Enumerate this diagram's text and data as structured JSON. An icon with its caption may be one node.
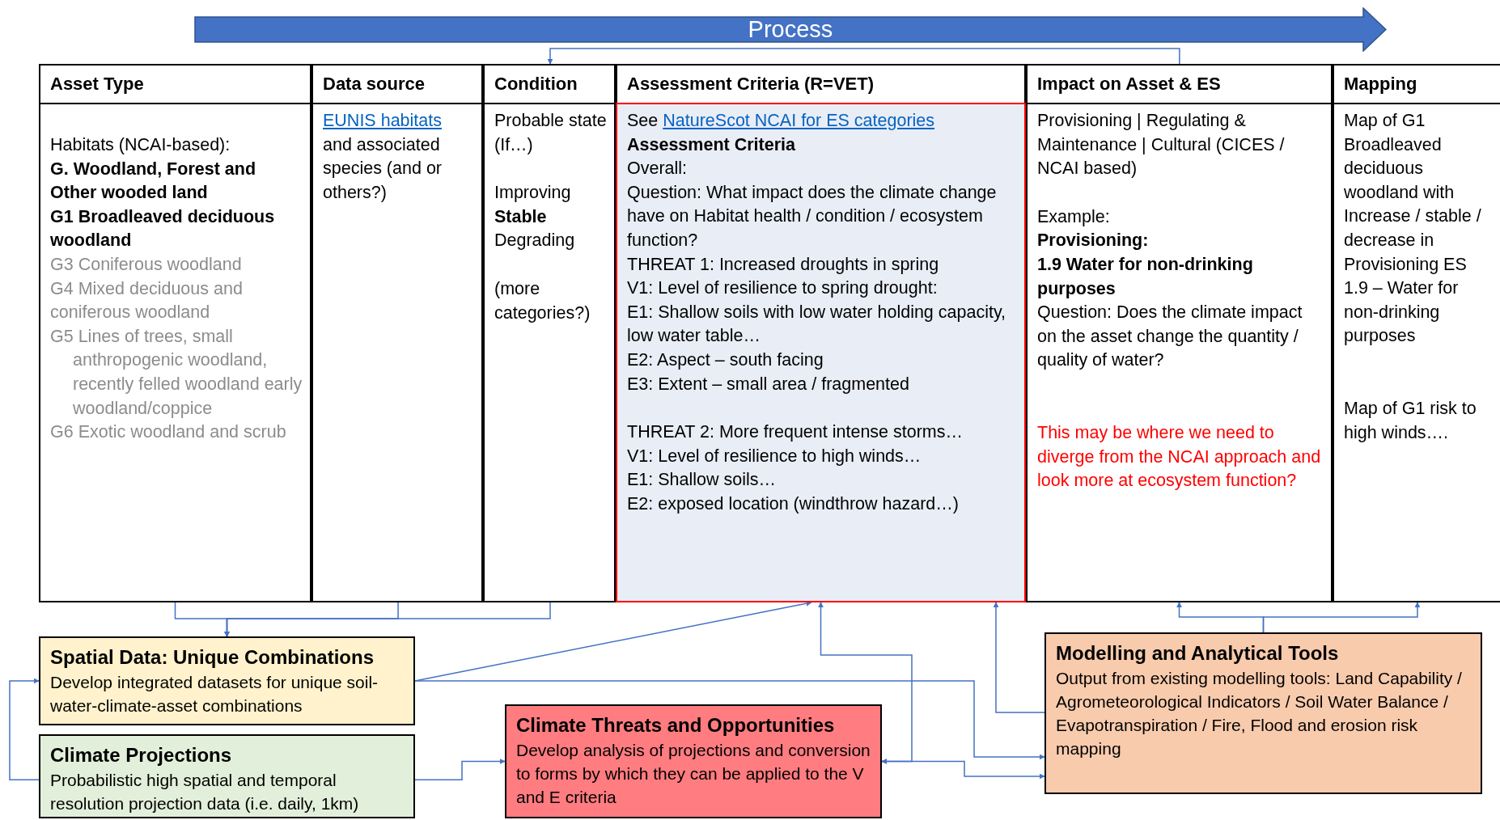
{
  "diagram": {
    "nodes": [
      {
        "text": [
          "Process"
        ]
      },
      {
        "text": [
          "Asset Type",
          "Habitats (NCAI-based):",
          "G. Woodland,  Forest and Other wooded land",
          "G1 Broadleaved deciduous woodland",
          "G3 Coniferous woodland",
          "G4 Mixed deciduous and coniferous woodland",
          "G5 Lines of trees, small anthropogenic woodland, recently felled woodland early woodland/coppice",
          "G6 Exotic woodland and scrub"
        ]
      },
      {
        "text": [
          "Data source",
          "EUNIS habitats",
          "and associated species (and or others?)"
        ]
      },
      {
        "text": [
          "Condition",
          "Probable state (If…)",
          "Improving",
          "Stable",
          "Degrading",
          "(more categories?)"
        ]
      },
      {
        "text": [
          "Assessment Criteria (R=VET)",
          "See",
          "NatureScot NCAI for ES categories",
          "Assessment Criteria",
          "Overall:",
          "Question: What impact does the climate change have on Habitat health / condition / ecosystem function?",
          "THREAT 1: Increased droughts in spring",
          "V1: Level of resilience to spring drought:",
          "E1: Shallow soils with low water holding capacity, low water table…",
          "E2: Aspect – south facing",
          "E3: Extent – small area / fragmented",
          "THREAT 2: More frequent intense storms…",
          "V1: Level of resilience to high winds…",
          "E1: Shallow soils…",
          "E2: exposed location (windthrow hazard…)"
        ]
      },
      {
        "text": [
          "Impact on Asset & ES",
          "Provisioning | Regulating & Maintenance | Cultural (CICES / NCAI based)",
          "Example:",
          "Provisioning:",
          "1.9 Water for non-drinking purposes",
          "Question: Does the climate impact on the asset change the quantity / quality of water?",
          "This may be where we need to diverge from the NCAI approach and look more at ecosystem function?"
        ]
      },
      {
        "text": [
          "Mapping",
          "Map of G1 Broadleaved deciduous woodland with Increase / stable / decrease in Provisioning ES 1.9 – Water for non-drinking purposes",
          "Map of G1 risk to high winds…."
        ]
      },
      {
        "text": [
          "Spatial Data: Unique Combinations",
          "Develop integrated datasets for unique soil-water-climate-asset combinations"
        ]
      },
      {
        "text": [
          "Climate Projections",
          "Probabilistic high spatial and temporal resolution projection data (i.e. daily, 1km)"
        ]
      },
      {
        "text": [
          "Climate Threats and Opportunities",
          "Develop analysis of projections and conversion to forms by which they can be applied to the V and E criteria"
        ]
      },
      {
        "text": [
          "Modelling and Analytical Tools",
          "Output from existing modelling tools: Land Capability / Agrometeorological Indicators / Soil Water Balance / Evapotranspiration / Fire, Flood and erosion risk mapping"
        ]
      }
    ],
    "edges": [
      {
        "from": 5,
        "to": 3,
        "arrow": "to"
      },
      {
        "from": 1,
        "to": 7,
        "arrow": "to"
      },
      {
        "from": 2,
        "to": 7,
        "arrow": "to"
      },
      {
        "from": 3,
        "to": 7,
        "arrow": "to"
      },
      {
        "from": 7,
        "to": 4,
        "arrow": "to"
      },
      {
        "from": 7,
        "to": 10,
        "arrow": "to"
      },
      {
        "from": 8,
        "to": 7,
        "arrow": "to"
      },
      {
        "from": 8,
        "to": 9,
        "arrow": "to"
      },
      {
        "from": 9,
        "to": 4,
        "arrow": "both"
      },
      {
        "from": 9,
        "to": 10,
        "arrow": "both"
      },
      {
        "from": 10,
        "to": 4,
        "arrow": "to"
      },
      {
        "from": 10,
        "to": 5,
        "arrow": "to"
      },
      {
        "from": 10,
        "to": 6,
        "arrow": "to"
      }
    ]
  }
}
